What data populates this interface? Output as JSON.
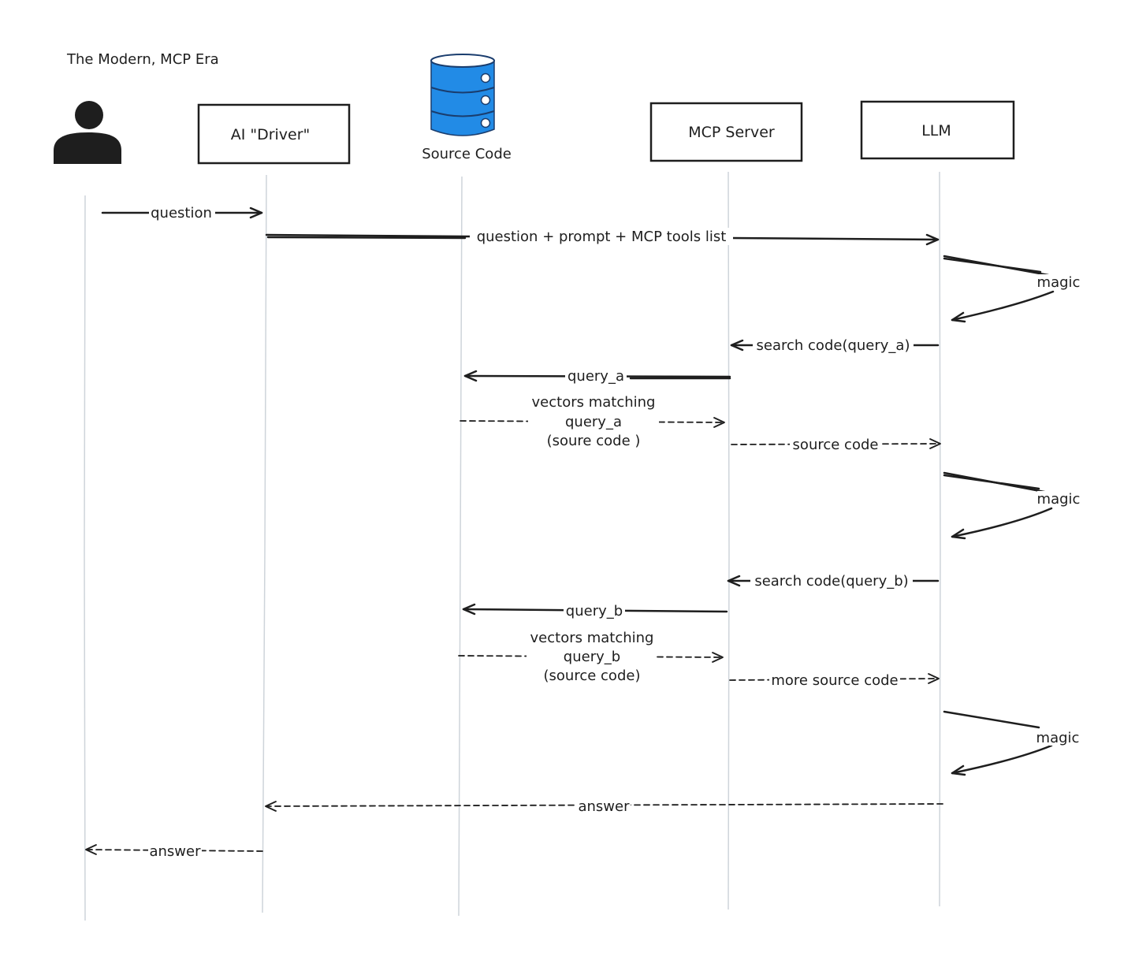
{
  "title": "The Modern, MCP Era",
  "colors": {
    "ink": "#1e1e1e",
    "lifeline": "#ced4da",
    "database": "#228be6",
    "background": "#ffffff"
  },
  "actors": [
    {
      "id": "user",
      "label": "",
      "icon": "user-icon"
    },
    {
      "id": "driver",
      "label": "AI \"Driver\""
    },
    {
      "id": "source",
      "label": "Source Code",
      "icon": "database-icon"
    },
    {
      "id": "mcp",
      "label": "MCP Server"
    },
    {
      "id": "llm",
      "label": "LLM"
    }
  ],
  "messages": [
    {
      "from": "user",
      "to": "driver",
      "style": "solid",
      "lines": [
        "question"
      ]
    },
    {
      "from": "driver",
      "to": "llm",
      "style": "solid",
      "lines": [
        "question + prompt + MCP tools list"
      ]
    },
    {
      "from": "llm",
      "to": "llm",
      "style": "self",
      "lines": [
        "magic"
      ]
    },
    {
      "from": "llm",
      "to": "mcp",
      "style": "solid",
      "lines": [
        "search code(query_a)"
      ]
    },
    {
      "from": "mcp",
      "to": "source",
      "style": "solid",
      "lines": [
        "query_a"
      ]
    },
    {
      "from": "source",
      "to": "mcp",
      "style": "dashed",
      "lines": [
        "vectors matching",
        "query_a",
        "(soure code )"
      ]
    },
    {
      "from": "mcp",
      "to": "llm",
      "style": "dashed",
      "lines": [
        "source code"
      ]
    },
    {
      "from": "llm",
      "to": "llm",
      "style": "self",
      "lines": [
        "magic"
      ]
    },
    {
      "from": "llm",
      "to": "mcp",
      "style": "solid",
      "lines": [
        "search code(query_b)"
      ]
    },
    {
      "from": "mcp",
      "to": "source",
      "style": "solid",
      "lines": [
        "query_b"
      ]
    },
    {
      "from": "source",
      "to": "mcp",
      "style": "dashed",
      "lines": [
        "vectors matching",
        "query_b",
        "(source code)"
      ]
    },
    {
      "from": "mcp",
      "to": "llm",
      "style": "dashed",
      "lines": [
        "more source code"
      ]
    },
    {
      "from": "llm",
      "to": "llm",
      "style": "self",
      "lines": [
        "magic"
      ]
    },
    {
      "from": "llm",
      "to": "driver",
      "style": "dashed",
      "lines": [
        "answer"
      ]
    },
    {
      "from": "driver",
      "to": "user",
      "style": "dashed",
      "lines": [
        "answer"
      ]
    }
  ]
}
